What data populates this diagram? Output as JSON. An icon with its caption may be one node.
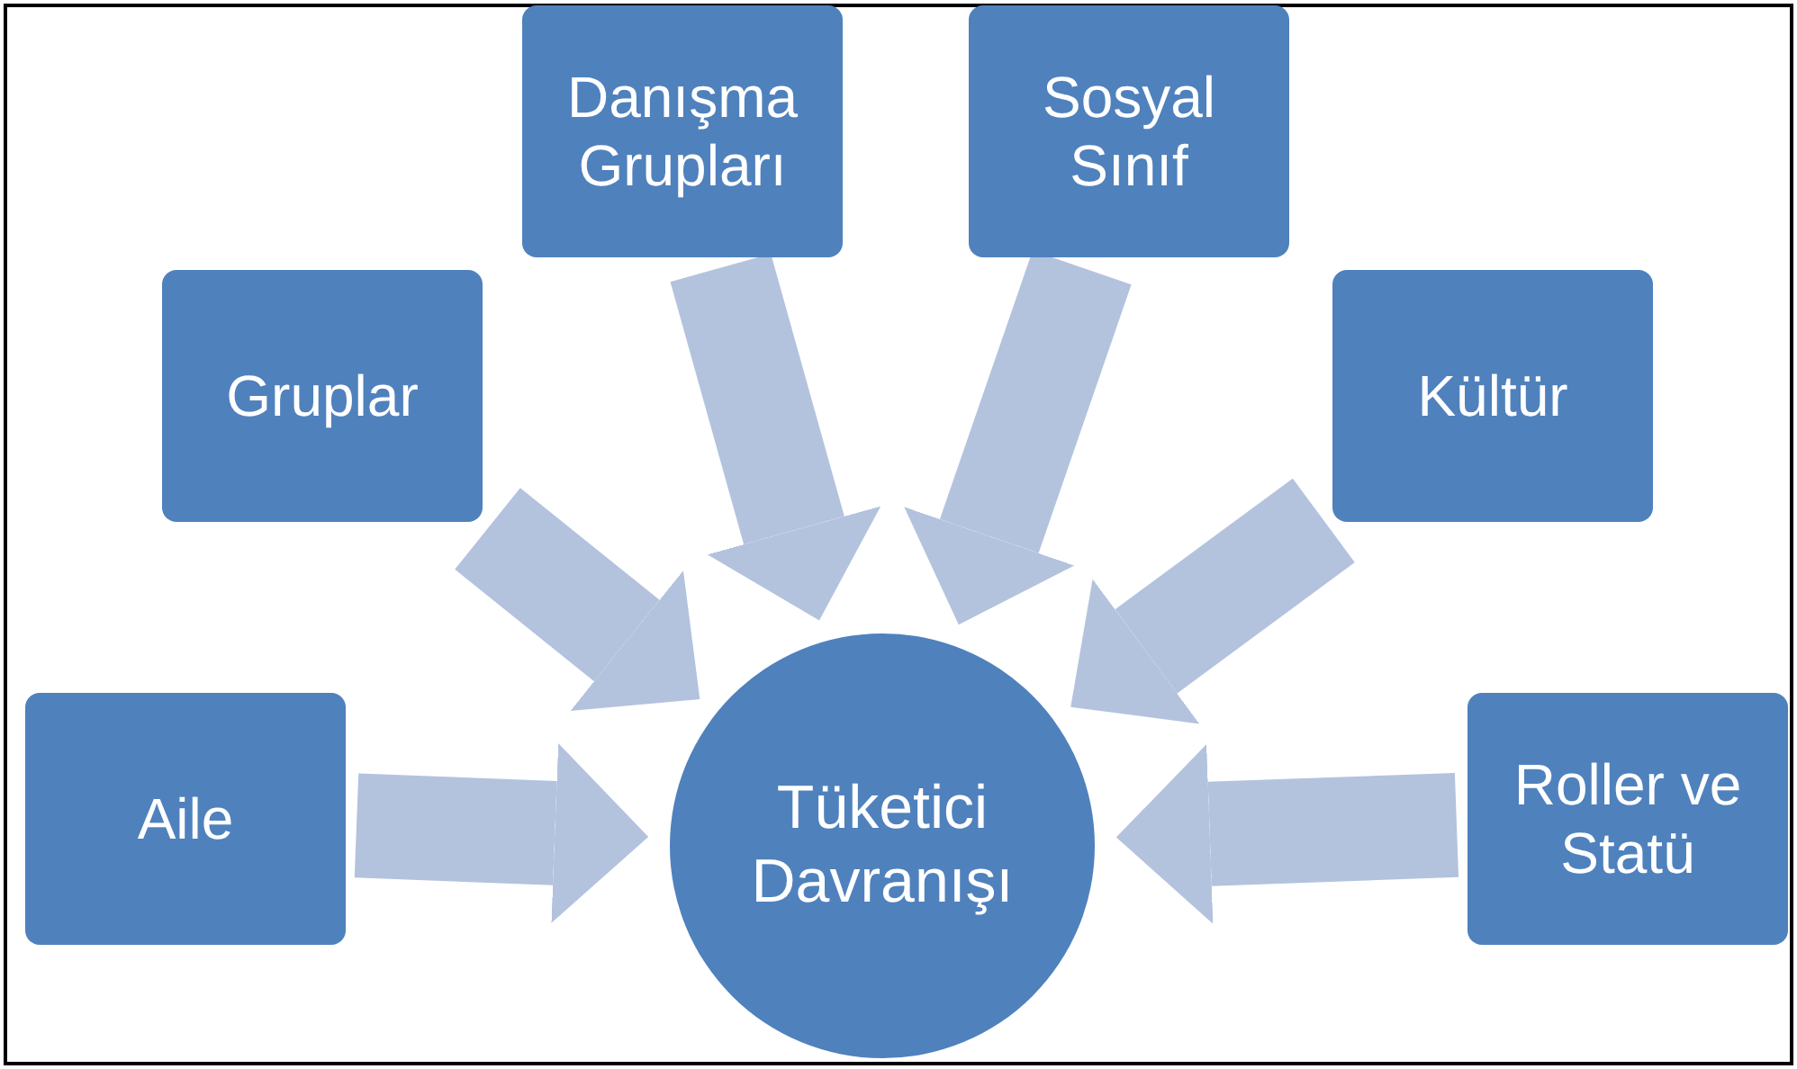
{
  "diagram": {
    "nodes": [
      {
        "text": [
          "Danışma Grupları"
        ]
      },
      {
        "text": [
          "Sosyal Sınıf"
        ]
      },
      {
        "text": [
          "Gruplar"
        ]
      },
      {
        "text": [
          "Kültür"
        ]
      },
      {
        "text": [
          "Aile"
        ]
      },
      {
        "text": [
          "Tüketici Davranışı"
        ]
      },
      {
        "text": [
          "Roller ve Statü"
        ]
      }
    ],
    "edges": [
      {
        "from": 0,
        "to": 5,
        "arrow": "to"
      },
      {
        "from": 1,
        "to": 5,
        "arrow": "to"
      },
      {
        "from": 2,
        "to": 5,
        "arrow": "to"
      },
      {
        "from": 3,
        "to": 5,
        "arrow": "to"
      },
      {
        "from": 4,
        "to": 5,
        "arrow": "to"
      },
      {
        "from": 6,
        "to": 5,
        "arrow": "to"
      }
    ]
  }
}
